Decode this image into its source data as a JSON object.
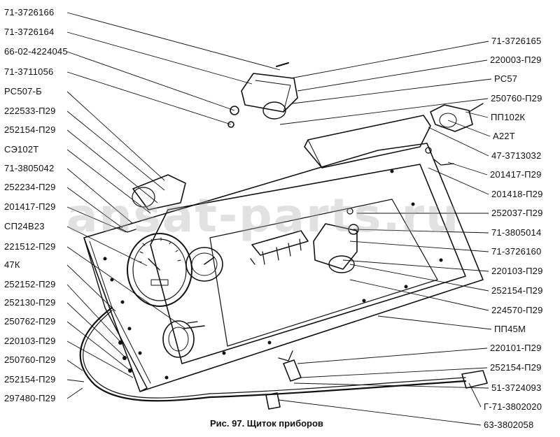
{
  "left_labels": [
    "71-3726166",
    "71-3726164",
    "66-02-4224045",
    "71-3711056",
    "РС507-Б",
    "222533-П29",
    "252154-П29",
    "СЭ102Т",
    "71-3805042",
    "252234-П29",
    "201417-П29",
    "СП24В23",
    "221512-П29",
    "47К",
    "252152-П29",
    "252130-П29",
    "250762-П29",
    "220103-П29",
    "250760-П29",
    "252154-П29",
    "297480-П29"
  ],
  "right_labels": [
    "71-3726165",
    "220003-П29",
    "РС57",
    "250760-П29",
    "ПП102К",
    "А22Т",
    "47-3713032",
    "201417-П29",
    "201418-П29",
    "252037-П29",
    "71-3805014",
    "71-3726160",
    "220103-П29",
    "252154-П29",
    "224570-П29",
    "ПП45М",
    "220101-П29",
    "252154-П29",
    "51-3724093",
    "Г-71-3802020",
    "63-3802058"
  ],
  "caption": "Рис. 97. Щиток приборов",
  "watermark": "ansat-parts.ru",
  "colors": {
    "ink": "#111111",
    "watermark": "#aaaaaa",
    "background": "#ffffff"
  }
}
